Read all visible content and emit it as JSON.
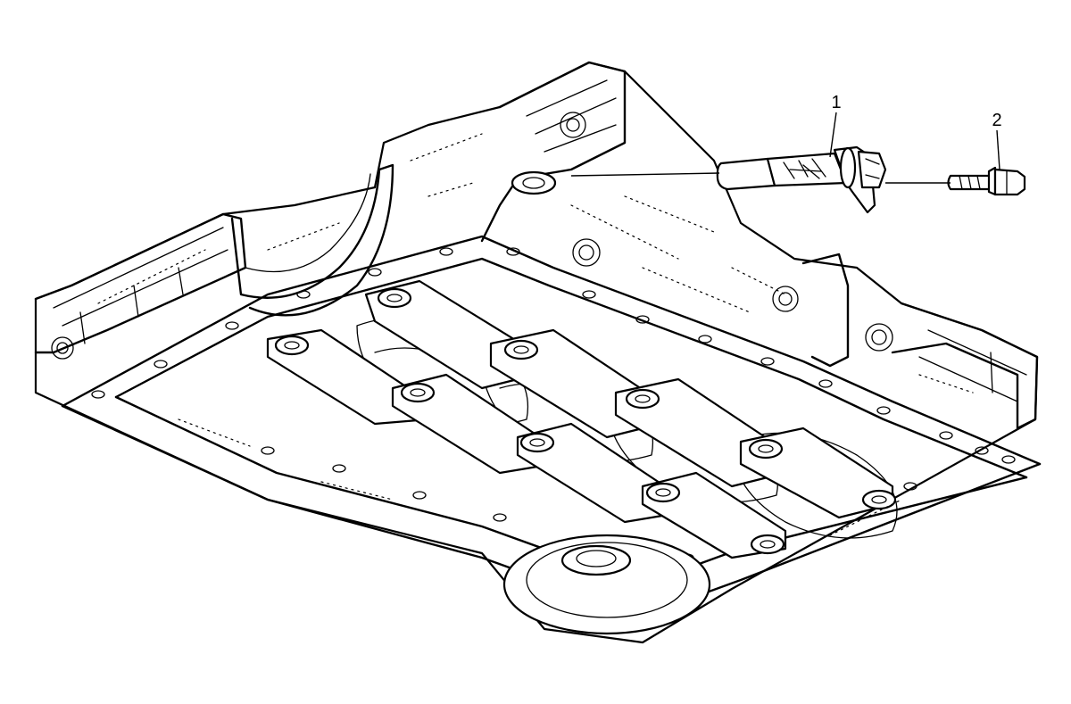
{
  "callouts": [
    {
      "number": "1",
      "part": "sensor"
    },
    {
      "number": "2",
      "part": "bolt"
    }
  ]
}
